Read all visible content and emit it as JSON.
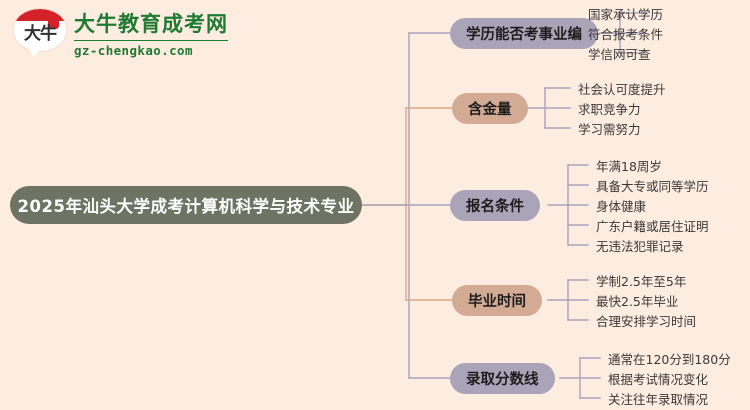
{
  "logo": {
    "mark_text": "大牛",
    "title": "大牛教育成考网",
    "url": "gz-chengkao.com"
  },
  "mindmap": {
    "root": "2025年汕头大学成考计算机科学与技术专业",
    "colors": {
      "background": "#fdece0",
      "root_fill": "#6e7363",
      "violet_fill": "#aaa4b8",
      "tan_fill": "#d3ab94",
      "connector_violet": "#a9a3bd",
      "connector_tan": "#dba883",
      "leaf_text": "#3a3a3a"
    },
    "branches": [
      {
        "label": "学历能否考事业编",
        "style": "violet",
        "children": [
          "国家承认学历",
          "符合报考条件",
          "学信网可查"
        ]
      },
      {
        "label": "含金量",
        "style": "tan",
        "children": [
          "社会认可度提升",
          "求职竞争力",
          "学习需努力"
        ]
      },
      {
        "label": "报名条件",
        "style": "violet",
        "children": [
          "年满18周岁",
          "具备大专或同等学历",
          "身体健康",
          "广东户籍或居住证明",
          "无违法犯罪记录"
        ]
      },
      {
        "label": "毕业时间",
        "style": "tan",
        "children": [
          "学制2.5年至5年",
          "最快2.5年毕业",
          "合理安排学习时间"
        ]
      },
      {
        "label": "录取分数线",
        "style": "violet",
        "children": [
          "通常在120分到180分",
          "根据考试情况变化",
          "关注往年录取情况"
        ]
      }
    ]
  }
}
